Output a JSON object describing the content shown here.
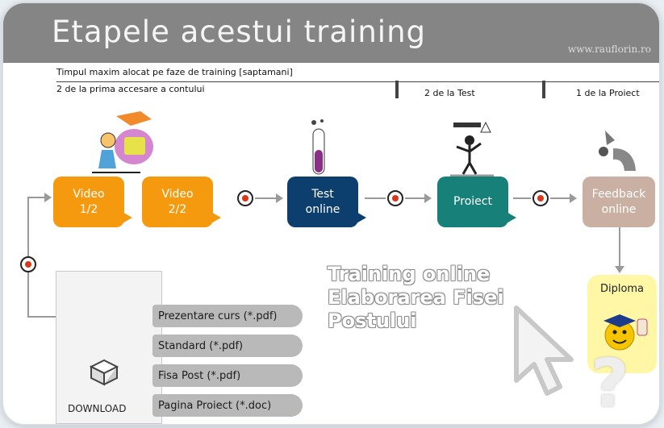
{
  "header": {
    "title": "Etapele acestui training",
    "site": "www.rauflorin.ro"
  },
  "timeline": {
    "label": "Timpul maxim alocat pe faze de training [saptamani]",
    "phases": [
      "2 de la prima accesare a contului",
      "2 de la Test",
      "1 de la Proiect"
    ]
  },
  "steps": [
    {
      "label": "Video\n1/2",
      "color": "#f59a0e"
    },
    {
      "label": "Video\n2/2",
      "color": "#f59a0e"
    },
    {
      "label": "Test\nonline",
      "color": "#0d3f6e"
    },
    {
      "label": "Proiect",
      "color": "#178079"
    },
    {
      "label": "Feedback\nonline",
      "color": "#c9b0a3"
    }
  ],
  "download": {
    "label": "DOWNLOAD",
    "files": [
      "Prezentare curs (*.pdf)",
      "Standard (*.pdf)",
      "Fisa Post (*.pdf)",
      "Pagina Proiect (*.doc)"
    ]
  },
  "diploma": {
    "label": "Diploma"
  },
  "watermark": {
    "lines": [
      "Training online",
      "Elaborarea Fisei",
      "Postului"
    ]
  }
}
